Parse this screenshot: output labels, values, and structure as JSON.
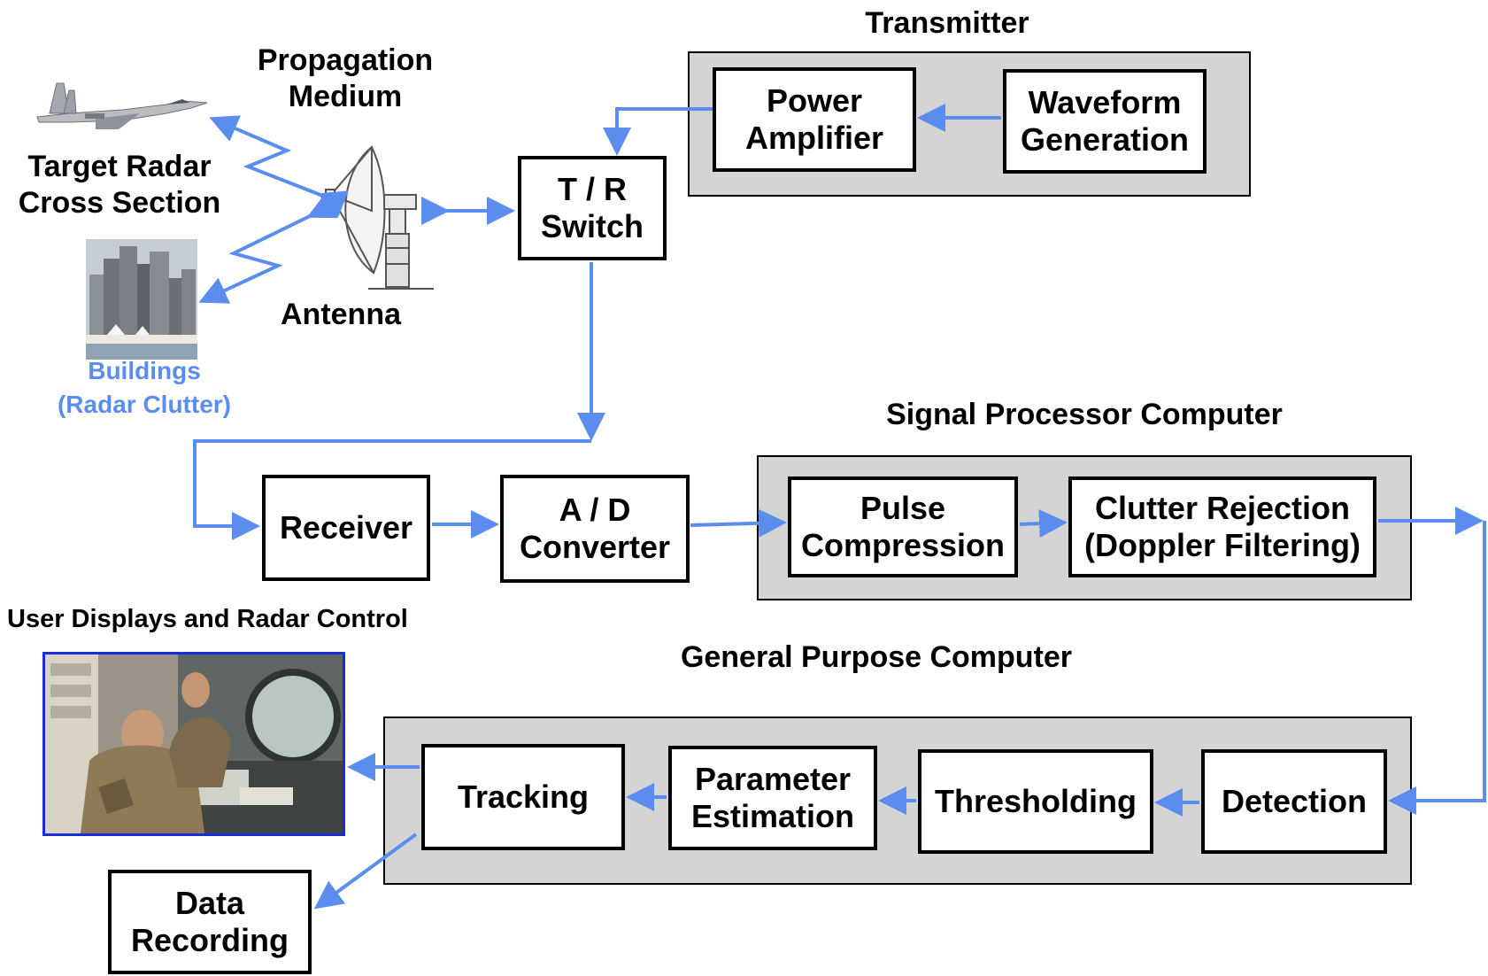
{
  "diagram": {
    "group_titles": {
      "transmitter": "Transmitter",
      "signal_processor": "Signal Processor Computer",
      "general_purpose": "General Purpose Computer"
    },
    "labels": {
      "propagation": "Propagation\nMedium",
      "target": "Target Radar\nCross Section",
      "antenna": "Antenna",
      "buildings": "Buildings\n(Radar Clutter)",
      "user_displays": "User Displays and Radar Control"
    },
    "blocks": {
      "power_amplifier": "Power\nAmplifier",
      "waveform_generation": "Waveform\nGeneration",
      "tr_switch": "T / R\nSwitch",
      "receiver": "Receiver",
      "ad_converter": "A / D\nConverter",
      "pulse_compression": "Pulse\nCompression",
      "clutter_rejection": "Clutter Rejection\n(Doppler Filtering)",
      "detection": "Detection",
      "thresholding": "Thresholding",
      "parameter_estimation": "Parameter\nEstimation",
      "tracking": "Tracking",
      "data_recording": "Data\nRecording"
    },
    "colors": {
      "arrow": "#5b8def",
      "group_fill": "#d4d4d4",
      "photo_border": "#1a2bd8"
    },
    "icons": [
      "jet-aircraft-icon",
      "city-buildings-icon",
      "radar-dish-icon",
      "operators-console-photo"
    ]
  }
}
